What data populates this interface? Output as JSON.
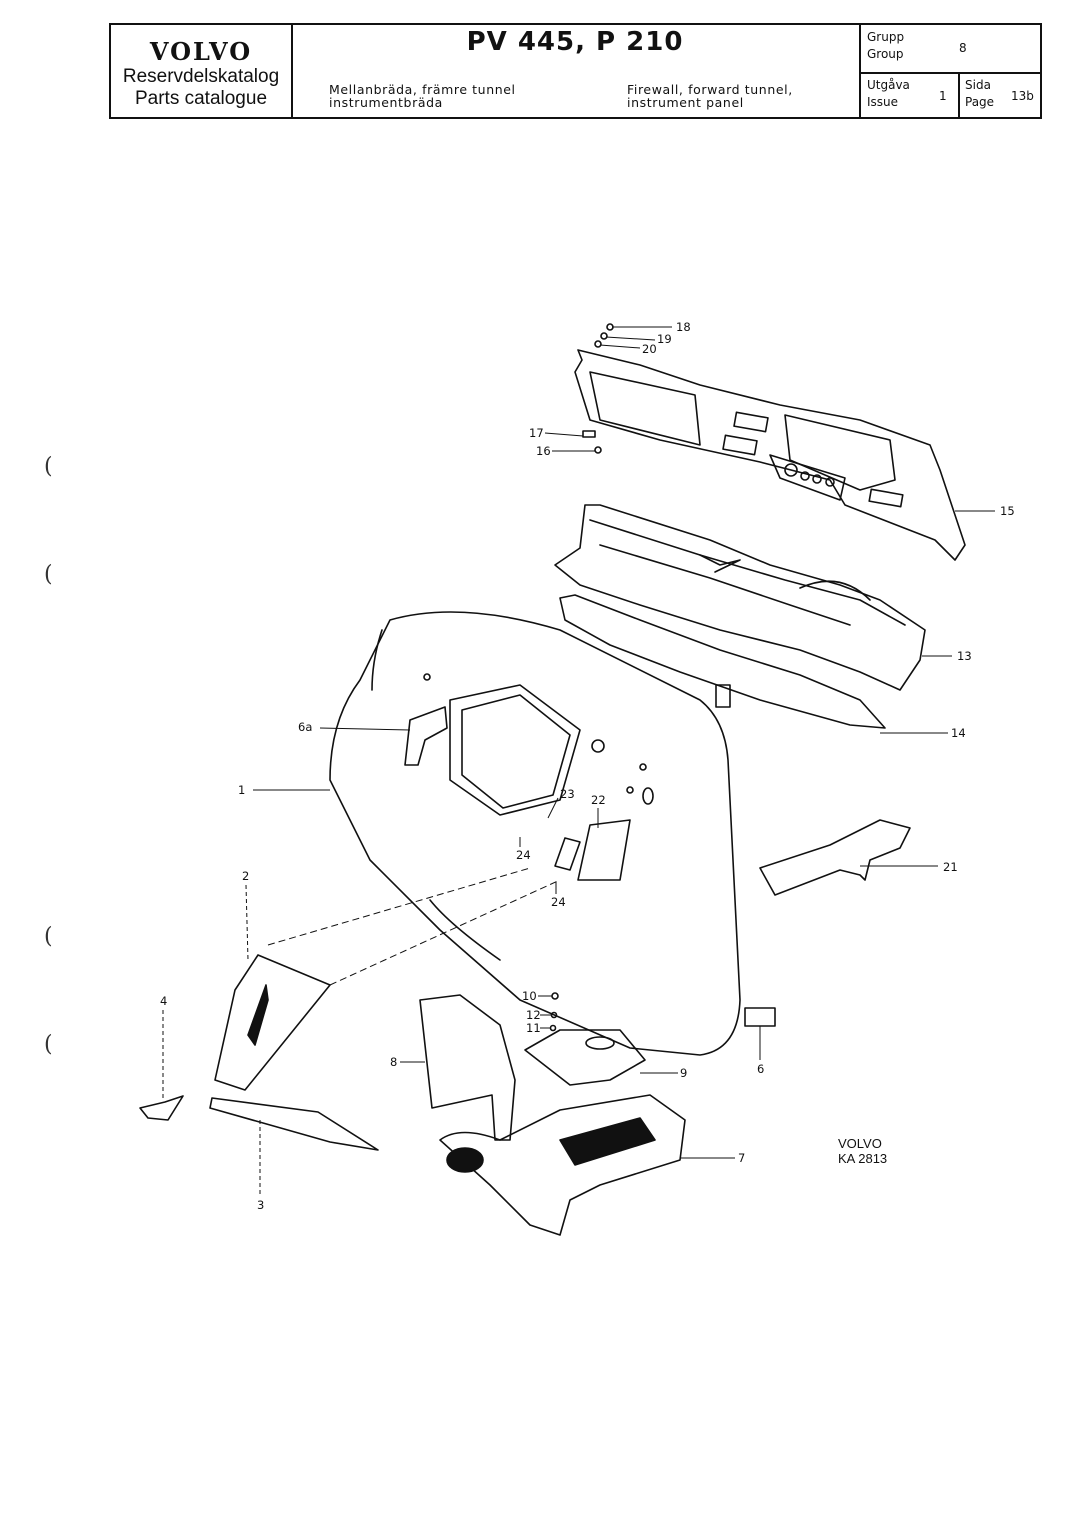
{
  "header": {
    "brand": "VOLVO",
    "catalog_sv": "Reservdelskatalog",
    "catalog_en": "Parts catalogue",
    "model": "PV 445, P 210",
    "desc_sv_line1": "Mellanbräda, främre tunnel",
    "desc_sv_line2": "instrumentbräda",
    "desc_en_line1": "Firewall, forward tunnel,",
    "desc_en_line2": "instrument panel",
    "group_sv": "Grupp",
    "group_en": "Group",
    "group_value": "8",
    "issue_sv": "Utgåva",
    "issue_en": "Issue",
    "issue_value": "1",
    "page_sv": "Sida",
    "page_en": "Page",
    "page_value": "13b"
  },
  "callouts": {
    "c1": "1",
    "c2": "2",
    "c3": "3",
    "c4": "4",
    "c6": "6",
    "c6a": "6a",
    "c7": "7",
    "c8": "8",
    "c9": "9",
    "c10": "10",
    "c11": "11",
    "c12": "12",
    "c13": "13",
    "c14": "14",
    "c15": "15",
    "c16": "16",
    "c17": "17",
    "c18": "18",
    "c19": "19",
    "c20": "20",
    "c21": "21",
    "c22": "22",
    "c23": "23",
    "c24a": "24",
    "c24b": "24"
  },
  "footer": {
    "brand": "VOLVO",
    "drawing_no": "KA 2813"
  },
  "margin_marks": [
    "(",
    "(",
    "(",
    "("
  ]
}
